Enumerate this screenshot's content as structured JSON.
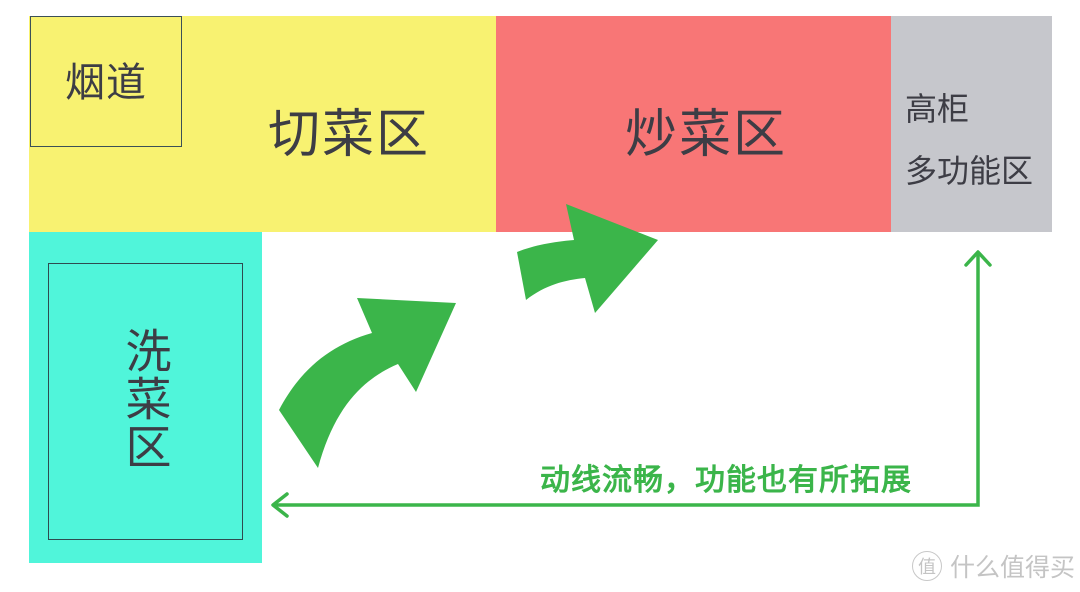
{
  "zones": {
    "chimney": {
      "label": "烟道",
      "color": "#f8f271"
    },
    "prep": {
      "label": "切菜区",
      "color": "#f8f271"
    },
    "cook": {
      "label": "炒菜区",
      "color": "#f87676"
    },
    "tall_cabinet": {
      "line1": "高柜",
      "line2": "多功能区",
      "color": "#c6c7cc"
    },
    "wash": {
      "label": "洗菜区",
      "color": "#50f5da"
    }
  },
  "flow": {
    "caption": "动线流畅，功能也有所拓展",
    "arrow_color": "#3bb54a",
    "arrows": [
      "wash-to-prep",
      "prep-to-cook",
      "return-loop"
    ]
  },
  "watermark": {
    "badge": "值",
    "text": "什么值得买"
  }
}
